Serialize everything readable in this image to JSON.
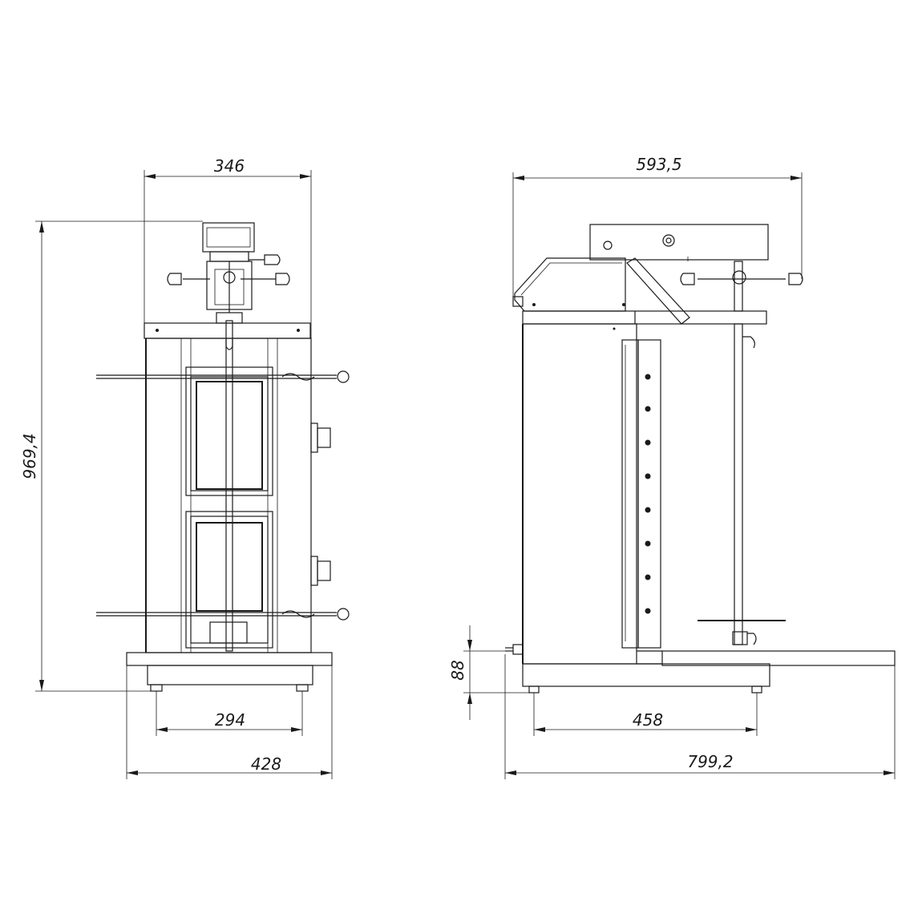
{
  "front_view": {
    "dim_top_width": "346",
    "dim_total_height": "969,4",
    "dim_feet_spacing": "294",
    "dim_base_width": "428"
  },
  "side_view": {
    "dim_top_depth": "593,5",
    "dim_base_height": "88",
    "dim_feet_spacing": "458",
    "dim_total_depth": "799,2"
  }
}
